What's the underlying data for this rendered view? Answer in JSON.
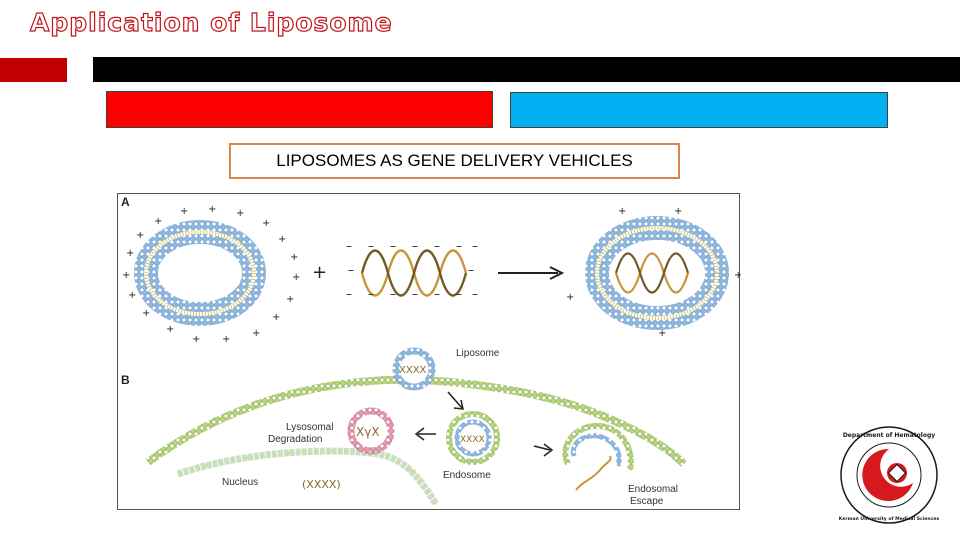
{
  "slide": {
    "title": "Application of Liposome",
    "caption": "LIPOSOMES AS GENE DELIVERY VEHICLES"
  },
  "figure": {
    "panel_a": "A",
    "panel_b": "B",
    "labels": {
      "liposome": "Liposome",
      "lysosomal": "Lysosomal",
      "degradation": "Degradation",
      "endosome": "Endosome",
      "nucleus": "Nucleus",
      "endosomal": "Endosomal",
      "escape": "Escape",
      "xyx": "XγX"
    }
  },
  "logo": {
    "text_top": "Department of Hematology",
    "text_bottom": "Kerman University of Medical Sciences"
  },
  "colors": {
    "title_outline": "#c0141c",
    "accent_red": "#ff0000",
    "accent_blue": "#00b0f0",
    "caption_border": "#d9864a"
  }
}
